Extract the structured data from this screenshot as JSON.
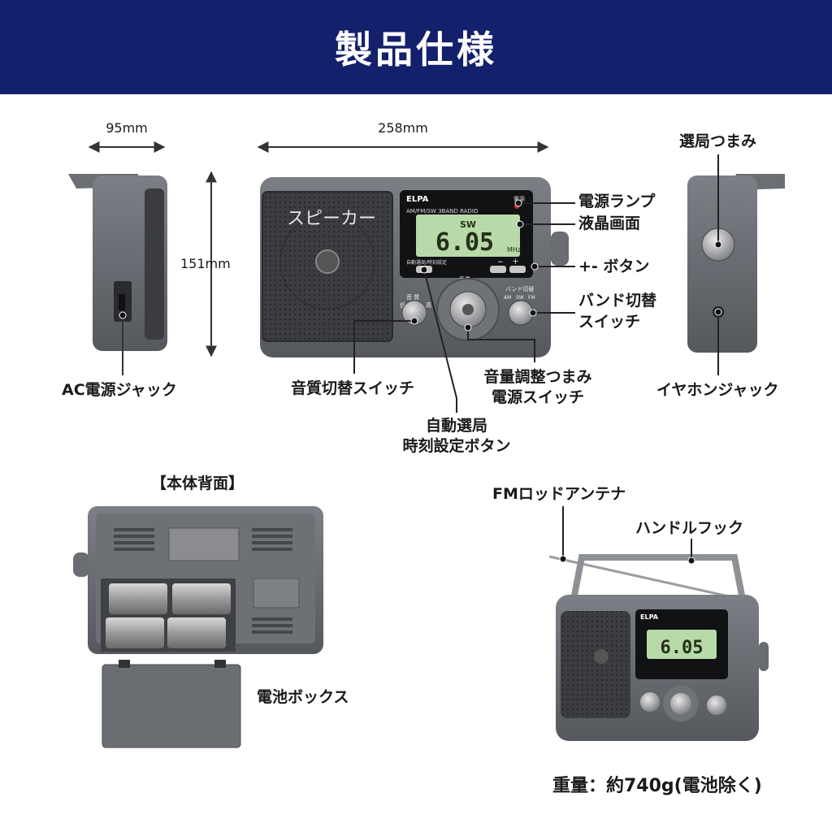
{
  "header": {
    "title": "製品仕様"
  },
  "dimensions": {
    "depth": "95mm",
    "width": "258mm",
    "height": "151mm"
  },
  "front_view": {
    "speaker_label": "スピーカー",
    "brand": "ELPA",
    "model_line": "AM/FM/SW 3BAND RADIO",
    "power_text": "電源",
    "band_indicator": "SW",
    "frequency": "6.05",
    "unit": "MHz",
    "auto_button_text": "自動選局/時刻設定",
    "minus_text": "−",
    "plus_text": "＋",
    "tone_knob_text": "音 質",
    "tone_low": "低",
    "tone_high": "高",
    "volume_text": "音量",
    "band_switch_text": "バンド切替",
    "band_am": "AM",
    "band_sw": "SW",
    "band_fm": "FM"
  },
  "callouts": {
    "power_lamp": "電源ランプ",
    "lcd": "液晶画面",
    "plus_minus": "+- ボタン",
    "band_switch_1": "バンド切替",
    "band_switch_2": "スイッチ",
    "tone_switch": "音質切替スイッチ",
    "volume_1": "音量調整つまみ",
    "volume_2": "電源スイッチ",
    "auto_1": "自動選局",
    "auto_2": "時刻設定ボタン",
    "ac_jack": "AC電源ジャック",
    "tuning_knob": "選局つまみ",
    "earphone_jack": "イヤホンジャック"
  },
  "back": {
    "title": "【本体背面】",
    "battery_box": "電池ボックス"
  },
  "perspective": {
    "antenna": "FMロッドアンテナ",
    "handle": "ハンドルフック"
  },
  "weight": "重量：約740g(電池除く)",
  "colors": {
    "header_bg": "#13206b",
    "body_gray": "#5d6066",
    "lcd": "#b8d9a8"
  }
}
